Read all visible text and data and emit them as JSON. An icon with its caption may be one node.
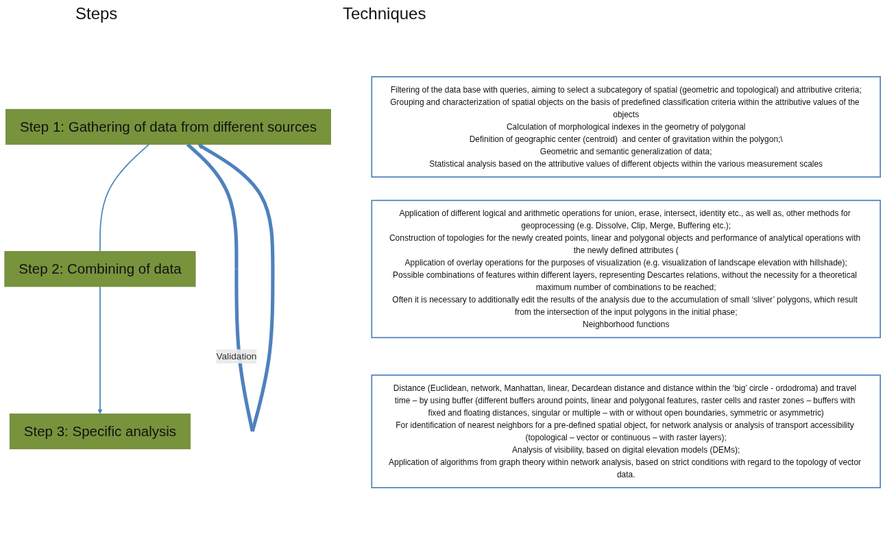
{
  "diagram": {
    "nodes": [
      {
        "text": [
          "Step 1: Gathering of data from different sources"
        ]
      },
      {
        "text": [
          "Step 2: Combining of data"
        ]
      },
      {
        "text": [
          "Step 3: Specific analysis"
        ]
      },
      {
        "text": [
          "Filtering of the data base with queries, aiming to select a subcategory of spatial (geometric and topological) and attributive criteria;",
          "Grouping and characterization of spatial objects on the basis of predefined classification criteria within the attributive values of the objects",
          "Calculation of morphological indexes in the geometry of polygonal",
          "Definition of geographic center (centroid)  and center of gravitation within the polygon;\\",
          "Geometric and semantic generalization of data;",
          "Statistical analysis based on the attributive values of different objects within the various measurement scales"
        ]
      },
      {
        "text": [
          "Application of different logical and arithmetic operations for union, erase, intersect, identity etc., as well as, other methods for geoprocessing (e.g. Dissolve, Clip, Merge, Buffering etc.);",
          "Construction of topologies for the newly created points, linear and polygonal objects and performance of analytical operations with the newly defined attributes (",
          "Application of overlay operations for the purposes of visualization (e.g. visualization of landscape elevation with hillshade);",
          "Possible combinations of features within different layers, representing Descartes relations, without the necessity for a theoretical maximum number of combinations to be reached;",
          "Often it is necessary to additionally edit the results of the analysis due to the accumulation of small ‘sliver’ polygons, which result from the intersection of the input polygons in the initial phase;",
          "Neighborhood functions"
        ]
      },
      {
        "text": [
          "Distance (Euclidean, network, Manhattan, linear, Decardean distance and distance within the ‘big’ circle - ordodroma) and travel time – by using buffer (different buffers around points, linear and polygonal features, raster cells and raster zones – buffers with fixed and floating distances, singular or multiple – with or without open boundaries, symmetric or asymmetric)",
          "For identification of nearest neighbors for a pre-defined spatial object, for network analysis or analysis of transport accessibility (topological – vector or continuous – with raster layers);",
          "Analysis of visibility, based on digital elevation models (DEMs);",
          "Application of algorithms from graph theory within network analysis, based on strict conditions with regard to the topology of vector data."
        ]
      }
    ],
    "edges": [
      {
        "from": 0,
        "to": 1,
        "arrow": "none"
      },
      {
        "from": 1,
        "to": 2,
        "arrow": "to"
      },
      {
        "from": 0,
        "to": 0,
        "arrow": "to",
        "label": "Validation",
        "style": "thick"
      }
    ],
    "labels": [
      "Steps",
      "Techniques"
    ]
  }
}
